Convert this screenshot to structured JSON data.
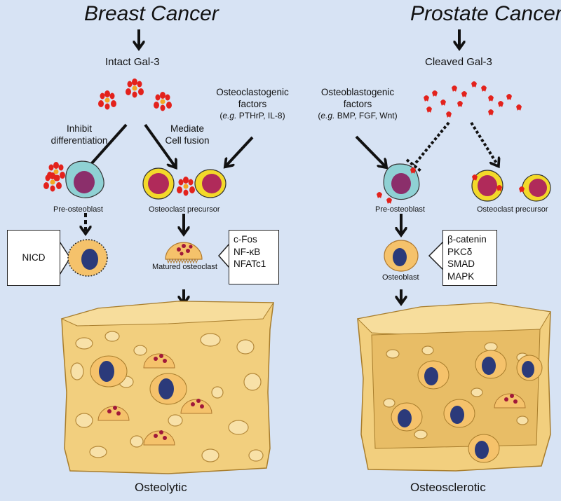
{
  "left": {
    "title": "Breast Cancer",
    "gal3": "Intact Gal-3",
    "factors": {
      "line1": "Osteoclastogenic",
      "line2": "factors",
      "eg": "e.g.",
      "list": "PTHrP, IL-8)"
    },
    "inhibit": {
      "line1": "Inhibit",
      "line2": "differentiation"
    },
    "mediate": {
      "line1": "Mediate",
      "line2": "Cell fusion"
    },
    "preosteoblast": "Pre-osteoblast",
    "precursor": "Osteoclast precursor",
    "nicd": "NICD",
    "matured": "Matured osteoclast",
    "tf_box": [
      "c-Fos",
      "NF-κB",
      "NFATc1"
    ],
    "outcome": "Osteolytic"
  },
  "right": {
    "title": "Prostate Cancer",
    "gal3": "Cleaved Gal-3",
    "factors": {
      "line1": "Osteoblastogenic",
      "line2": "factors",
      "eg": "e.g.",
      "list": "BMP, FGF, Wnt)"
    },
    "preosteoblast": "Pre-osteoblast",
    "precursor": "Osteoclast precursor",
    "osteoblast": "Osteoblast",
    "signal_box": [
      "β-catenin",
      "PKCδ",
      "SMAD",
      "MAPK"
    ],
    "outcome": "Osteosclerotic"
  },
  "colors": {
    "background": "#d7e3f4",
    "galectin": "#e3221c",
    "bone": "#f2cf7e",
    "nucleus": "#2b3a7a",
    "preosteoblast_cell": "#8fd1d4",
    "precursor_membrane": "#f3d92a",
    "precursor_nucleus": "#b02a5a"
  }
}
